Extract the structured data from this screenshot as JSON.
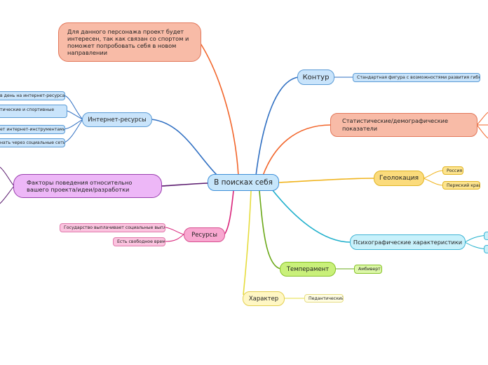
{
  "center": "В поисках себя",
  "note": "Для данного персонажа проект будет интересен, так как связан со спортом и поможет попробовать себя в новом направлении",
  "kontur": {
    "label": "Контур",
    "items": [
      "Стандартная фигура с возможностями развития гибкости"
    ]
  },
  "stats": {
    "label": "Статистические/демографические показатели"
  },
  "geo": {
    "label": "Геолокация",
    "items": [
      "Россия",
      "Пермский край"
    ]
  },
  "psycho": {
    "label": "Психографические характеристики"
  },
  "temperament": {
    "label": "Темперамент",
    "items": [
      "Амбиверт"
    ]
  },
  "character": {
    "label": "Характер",
    "items": [
      "Педантический"
    ]
  },
  "resources": {
    "label": "Ресурсы",
    "items": [
      "Государство выплачивает социальные выплаты",
      "Есть свободное время"
    ]
  },
  "factors": {
    "label": "Факторы поведения относительно вашего проекта/идеи/разработки"
  },
  "internet": {
    "label": "Интернет-ресурсы",
    "items": [
      "в день на интернет-ресурсах",
      "тические и спортивные",
      "ет интернет-инструментами",
      "нать через социальные сети"
    ]
  },
  "colors": {
    "blue": "#2f6fc2",
    "orange": "#f2652a",
    "yellow": "#f0b41e",
    "cyan": "#1fb0cc",
    "green": "#6aa817",
    "yellow_light": "#e6dc3c",
    "pink": "#d9237a",
    "purple": "#5a1a6e"
  }
}
